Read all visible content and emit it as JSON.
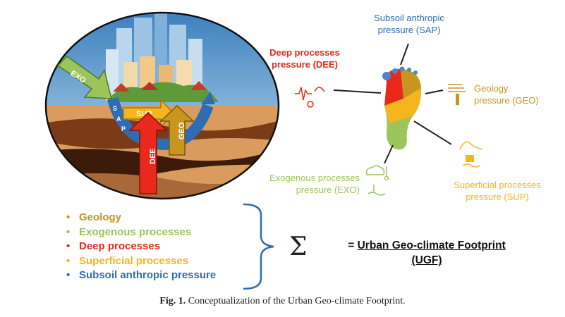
{
  "diagram": {
    "arrows": {
      "exo": "EXO",
      "sup": "SUP",
      "sap": "SAP",
      "geo": "GEO",
      "dee": "DEE"
    },
    "labels": {
      "sap_line1": "Subsoil anthropic",
      "sap_line2": "pressure (SAP)",
      "dee_line1": "Deep processes",
      "dee_line2": "pressure (DEE)",
      "geo_line1": "Geology",
      "geo_line2": "pressure (GEO)",
      "exo_line1": "Exogenous processes",
      "exo_line2": "pressure (EXO)",
      "sup_line1": "Superficial  processes",
      "sup_line2": "pressure (SUP)"
    },
    "legend": [
      {
        "text": "Geology",
        "color": "#c8961e"
      },
      {
        "text": "Exogenous processes",
        "color": "#9bc45a"
      },
      {
        "text": "Deep processes",
        "color": "#e8291c"
      },
      {
        "text": "Superficial processes",
        "color": "#f5b51c"
      },
      {
        "text": "Subsoil anthropic pressure",
        "color": "#2e6db4"
      }
    ],
    "sigma": "Σ",
    "result_prefix": "= ",
    "result_line1": "Urban Geo-climate Footprint",
    "result_line2": "(UGF)",
    "caption_bold": "Fig. 1.",
    "caption_text": "  Conceptualization of the Urban Geo-climate Footprint.",
    "colors": {
      "sap": "#2e6db4",
      "dee": "#e8291c",
      "geo": "#c8961e",
      "exo": "#9bc45a",
      "sup": "#f5b51c"
    }
  }
}
